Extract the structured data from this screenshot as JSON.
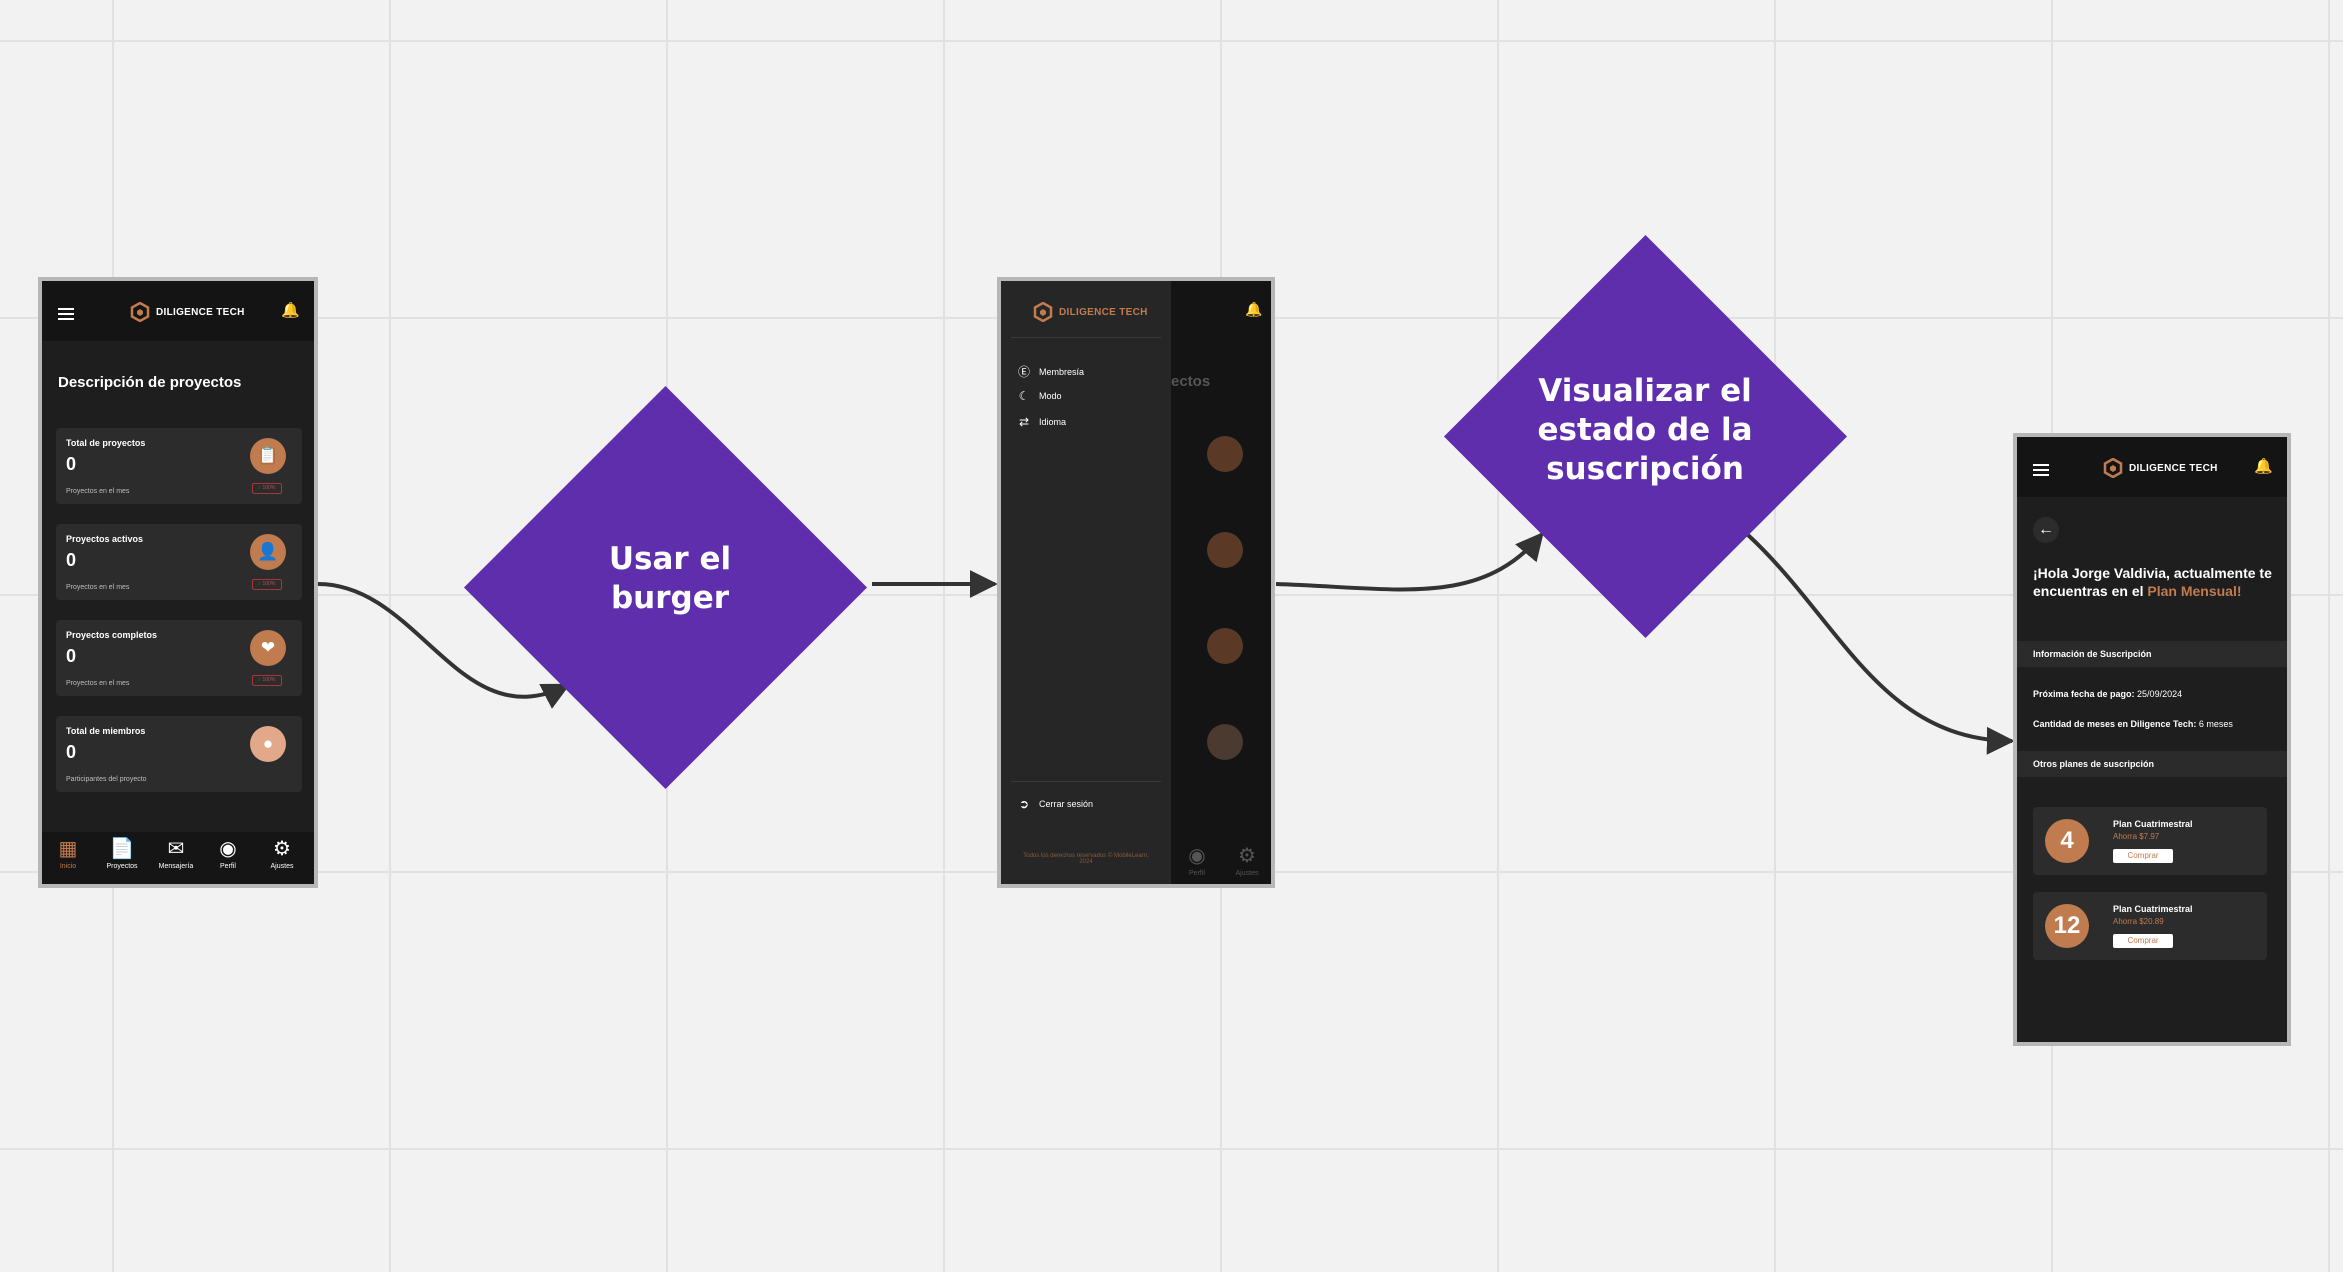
{
  "brand": {
    "name": "DILIGENCE TECH",
    "accent": "#c07b4f"
  },
  "colors": {
    "diamond": "#5e2ead",
    "canvas": "#f2f2f2",
    "arrow": "#333333"
  },
  "steps": [
    {
      "label": "Usar el burger"
    },
    {
      "label": "Visualizar el estado de la suscripción"
    }
  ],
  "dashboard": {
    "title": "Descripción de proyectos",
    "cards": [
      {
        "title": "Total de proyectos",
        "value": "0",
        "subtitle": "Proyectos en el mes",
        "icon": "clipboard-icon",
        "badge": "↑ 100%"
      },
      {
        "title": "Proyectos activos",
        "value": "0",
        "subtitle": "Proyectos en el mes",
        "icon": "user-clipboard-icon",
        "badge": "↑ 100%"
      },
      {
        "title": "Proyectos completos",
        "value": "0",
        "subtitle": "Proyectos en el mes",
        "icon": "handshake-icon",
        "badge": "↑ 100%"
      },
      {
        "title": "Total de miembros",
        "value": "0",
        "subtitle": "Participantes del proyecto",
        "icon": "group-icon"
      }
    ],
    "nav": [
      {
        "label": "Inicio",
        "icon": "grid-icon"
      },
      {
        "label": "Proyectos",
        "icon": "document-icon"
      },
      {
        "label": "Mensajería",
        "icon": "mail-icon"
      },
      {
        "label": "Perfil",
        "icon": "profile-icon"
      },
      {
        "label": "Ajustes",
        "icon": "gear-icon"
      }
    ]
  },
  "menu": {
    "items": [
      {
        "label": "Membresía",
        "icon": "dollar-icon"
      },
      {
        "label": "Modo",
        "icon": "moon-icon"
      },
      {
        "label": "Idioma",
        "icon": "language-icon"
      }
    ],
    "logout": "Cerrar sesión",
    "footer": "Todos los derechos reservados © MobileLearn, 2024",
    "background_heading": "ectos",
    "background_nav": [
      {
        "label": "Perfil"
      },
      {
        "label": "Ajustes"
      }
    ]
  },
  "subscription": {
    "greeting": "¡Hola Jorge Valdivia, actualmente te encuentras en el ",
    "plan_name": "Plan Mensual!",
    "section_info": "Información de Suscripción",
    "next_payment_label": "Próxima fecha de pago:",
    "next_payment_value": "25/09/2024",
    "months_label": "Cantidad de meses en Diligence Tech:",
    "months_value": "6 meses",
    "section_other": "Otros planes de suscripción",
    "plans": [
      {
        "number": "4",
        "name": "Plan Cuatrimestral",
        "price": "Ahorra $7.97",
        "button": "Comprar"
      },
      {
        "number": "12",
        "name": "Plan Cuatrimestral",
        "price": "Ahorra $20.89",
        "button": "Comprar"
      }
    ]
  }
}
